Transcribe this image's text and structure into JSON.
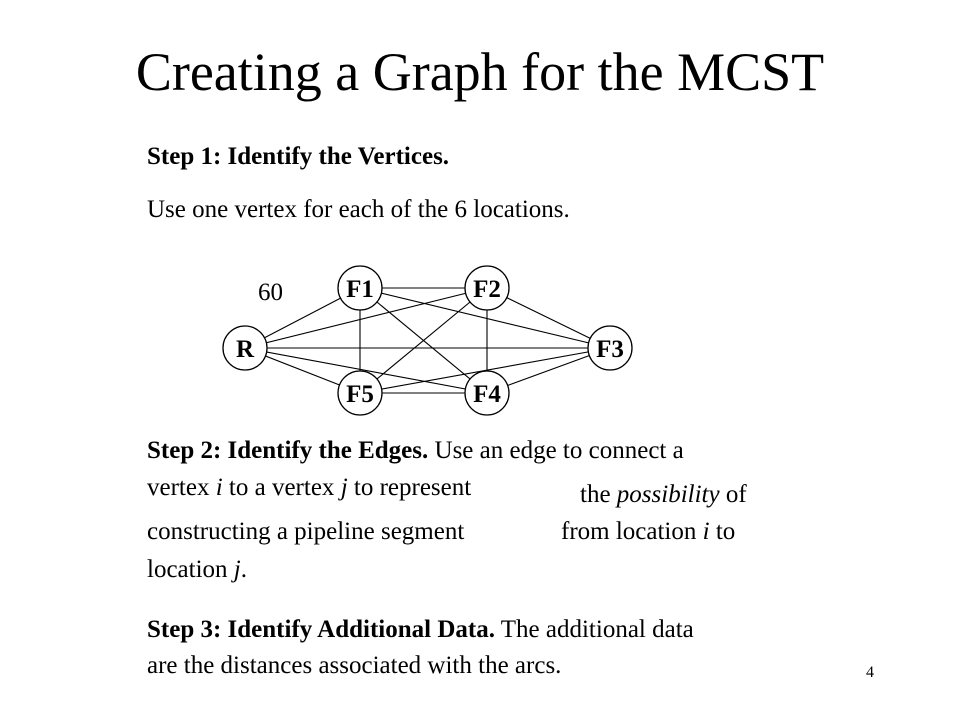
{
  "slide": {
    "title": "Creating a Graph for the MCST",
    "page_number": "4"
  },
  "step1": {
    "heading": "Step 1: Identify the Vertices.",
    "body": "Use one vertex for each of the 6 locations."
  },
  "graph": {
    "nodes": [
      {
        "id": "R",
        "label": "R"
      },
      {
        "id": "F1",
        "label": "F1"
      },
      {
        "id": "F2",
        "label": "F2"
      },
      {
        "id": "F3",
        "label": "F3"
      },
      {
        "id": "F4",
        "label": "F4"
      },
      {
        "id": "F5",
        "label": "F5"
      }
    ],
    "edges": [
      [
        "R",
        "F1"
      ],
      [
        "R",
        "F2"
      ],
      [
        "R",
        "F3"
      ],
      [
        "R",
        "F4"
      ],
      [
        "R",
        "F5"
      ],
      [
        "F1",
        "F2"
      ],
      [
        "F1",
        "F3"
      ],
      [
        "F1",
        "F4"
      ],
      [
        "F1",
        "F5"
      ],
      [
        "F2",
        "F3"
      ],
      [
        "F2",
        "F4"
      ],
      [
        "F2",
        "F5"
      ],
      [
        "F3",
        "F4"
      ],
      [
        "F3",
        "F5"
      ],
      [
        "F4",
        "F5"
      ]
    ],
    "edge_weight_label": "60"
  },
  "step2": {
    "heading": "Step 2: Identify the Edges.",
    "line1_rest": " Use an edge to connect a",
    "line2_a": "vertex ",
    "i": "i",
    "line2_b": " to a vertex ",
    "j": "j",
    "line2_c": " to represent",
    "line2_d": "the ",
    "possibility": "possibility",
    "line2_e": " of",
    "line3_a": "constructing a pipeline segment",
    "line3_b": "from location ",
    "line3_c": " to",
    "line4_a": "location ",
    "line4_b": "."
  },
  "step3": {
    "heading": "Step 3: Identify Additional Data.",
    "line1_rest": " The additional data",
    "line2": "are the distances associated with the arcs."
  }
}
